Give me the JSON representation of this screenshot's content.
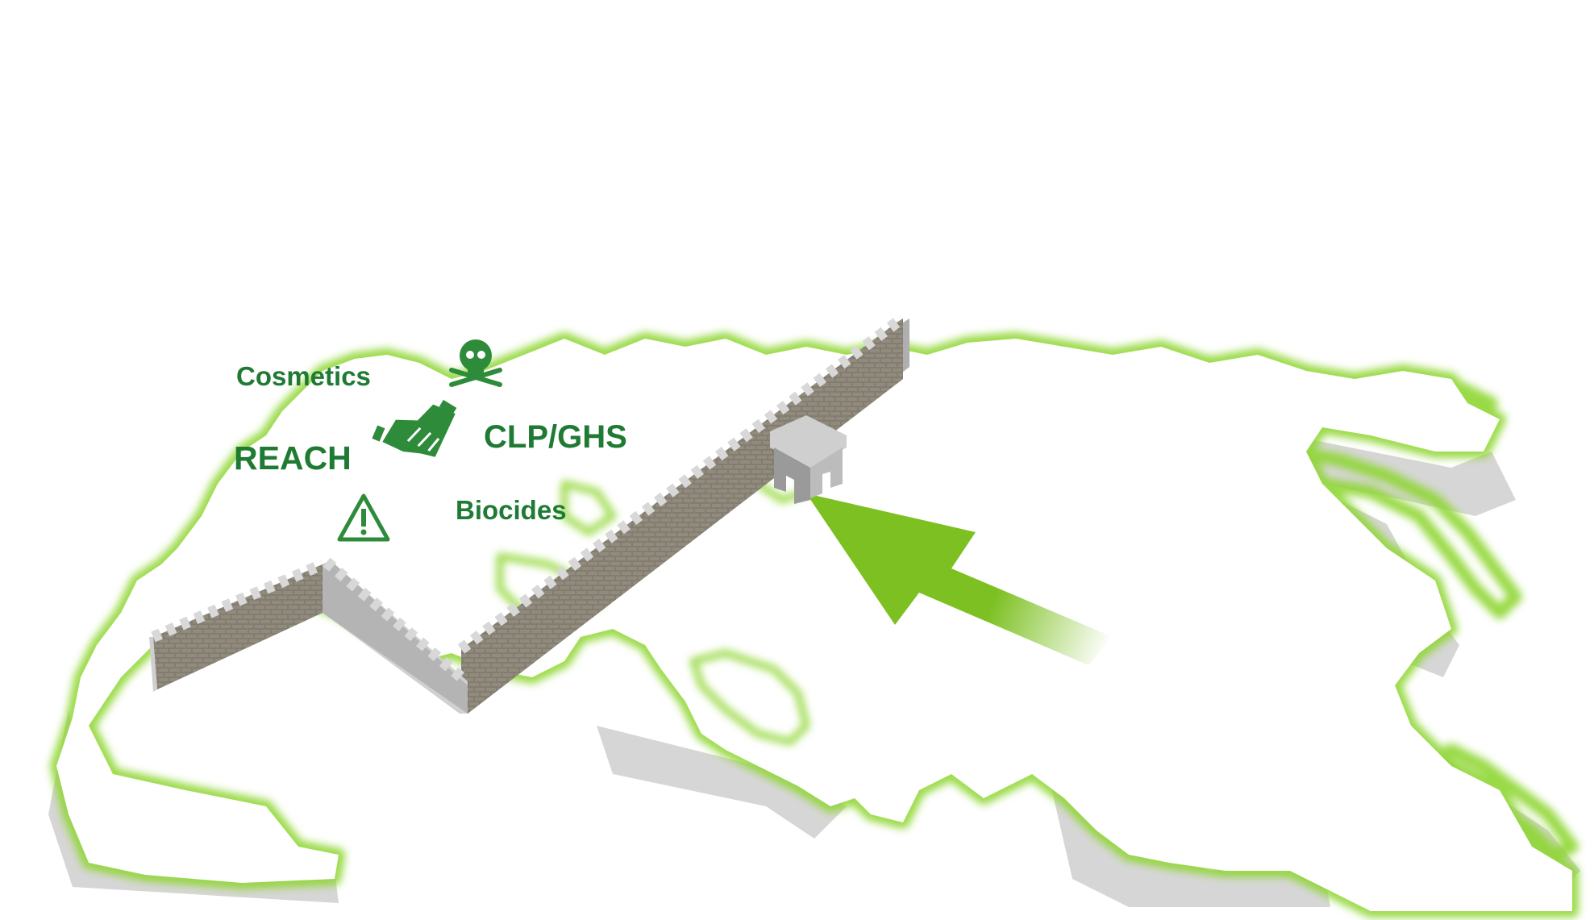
{
  "labels": {
    "cosmetics": "Cosmetics",
    "reach": "REACH",
    "clp_ghs": "CLP/GHS",
    "biocides": "Biocides"
  },
  "colors": {
    "label_green": "#1f7a34",
    "icon_green": "#2e8b3a",
    "coast_glow": "#8ed630",
    "arrow_green": "#7cc021",
    "wall_grey": "#7e7e7e",
    "wall_light": "#cfcfcf",
    "brick": "#8a7a5a",
    "cliff_grey": "#d9d9d9"
  },
  "icons": [
    "skull-crossbones-icon",
    "handshake-icon",
    "warning-triangle-icon"
  ]
}
